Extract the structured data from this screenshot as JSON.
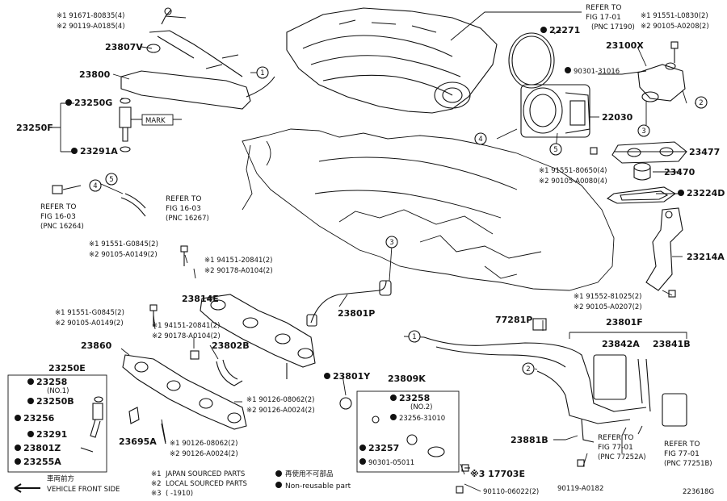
{
  "diagram_id": "223618G",
  "parts": {
    "p23807V": "23807V",
    "p23800": "23800",
    "p23250G": "23250G",
    "p23250F": "23250F",
    "p23291A": "23291A",
    "p22271": "22271",
    "p23100X": "23100X",
    "p9030131016": "90301-31016",
    "p22030": "22030",
    "p23477": "23477",
    "p23470": "23470",
    "p23224D": "23224D",
    "p23214A": "23214A",
    "p23814E": "23814E",
    "p23801P": "23801P",
    "p23802B": "23802B",
    "p23860": "23860",
    "p23250E": "23250E",
    "p23258a": "23258",
    "p23258a_sub": "(NO.1)",
    "p23250B": "23250B",
    "p23256": "23256",
    "p23291": "23291",
    "p23801Z": "23801Z",
    "p23255A": "23255A",
    "p23695A": "23695A",
    "p23801Y": "23801Y",
    "p23809K": "23809K",
    "p23258b": "23258",
    "p23258b_sub": "(NO.2)",
    "p2325631010": "23256-31010",
    "p23257": "23257",
    "p9030105011": "90301-05011",
    "p17703E": "※3 17703E",
    "p9011006022": "90110-06022(2)",
    "p9011906022b": "90119-A0182",
    "p77281P": "77281P",
    "p23801F": "23801F",
    "p23842A": "23842A",
    "p23841B": "23841B",
    "p23881B": "23881B",
    "mark": "MARK"
  },
  "callouts": {
    "top_left_1": "※1 91671-80835(4)",
    "top_left_2": "※2 90119-A0185(4)",
    "top_right_1": "※1 91551-L0830(2)",
    "top_right_2": "※2 90105-A0208(2)",
    "mid_right_1": "※1 91551-80650(4)",
    "mid_right_2": "※2 90105-A0080(4)",
    "right_1": "※1 91552-81025(2)",
    "right_2": "※2 90105-A0207(2)",
    "left_bolt_1": "※1 91551-G0845(2)",
    "left_bolt_2": "※2 90105-A0149(2)",
    "left_bolt2_1": "※1 91551-G0845(2)",
    "left_bolt2_2": "※2 90105-A0149(2)",
    "nut_a_1": "※1 94151-20841(2)",
    "nut_a_2": "※2 90178-A0104(2)",
    "nut_b_1": "※1 94151-20841(2)",
    "nut_b_2": "※2 90178-A0104(2)",
    "stud_a_1": "※1 90126-08062(2)",
    "stud_a_2": "※2 90126-A0024(2)",
    "stud_b_1": "※1 90126-08062(2)",
    "stud_b_2": "※2 90126-A0024(2)"
  },
  "references": {
    "fig17_a": "REFER TO",
    "fig17_b": "FIG 17-01",
    "fig17_c": "(PNC 17190)",
    "fig16a_a": "REFER TO",
    "fig16a_b": "FIG 16-03",
    "fig16a_c": "(PNC 16264)",
    "fig16b_a": "REFER TO",
    "fig16b_b": "FIG 16-03",
    "fig16b_c": "(PNC 16267)",
    "fig77a_a": "REFER TO",
    "fig77a_b": "FIG 77-01",
    "fig77a_c": "(PNC 77252A)",
    "fig77b_a": "REFER TO",
    "fig77b_b": "FIG 77-01",
    "fig77b_c": "(PNC 77251B)"
  },
  "legend": {
    "l1_a": "※1",
    "l1_b": "JAPAN SOURCED PARTS",
    "l2_a": "※2",
    "l2_b": "LOCAL SOURCED PARTS",
    "l3_a": "※3",
    "l3_b": "(      -1910)",
    "nr_jp": "再使用不可部品",
    "nr_en": "Non-reusable part",
    "front_jp": "車両前方",
    "front_en": "VEHICLE FRONT SIDE"
  },
  "circle_refs": [
    "1",
    "2",
    "3",
    "4",
    "5"
  ]
}
